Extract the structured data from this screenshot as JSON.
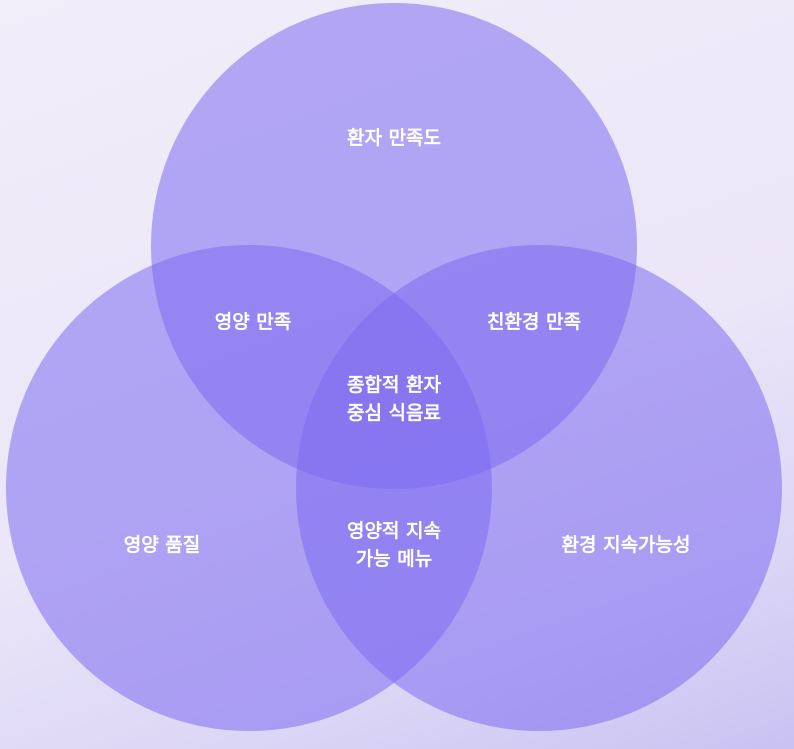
{
  "diagram": {
    "type": "venn-3",
    "colors": {
      "circle_fill": "#7d6cf0",
      "background": "#ebe6f8"
    },
    "sets": {
      "top": "환자 만족도",
      "left": "영양 품질",
      "right": "환경 지속가능성"
    },
    "intersections": {
      "top_left": "영양 만족",
      "top_right": "친환경 만족",
      "left_right": "영양적 지속가능 메뉴",
      "center": "종합적 환자 중심 식음료"
    }
  }
}
